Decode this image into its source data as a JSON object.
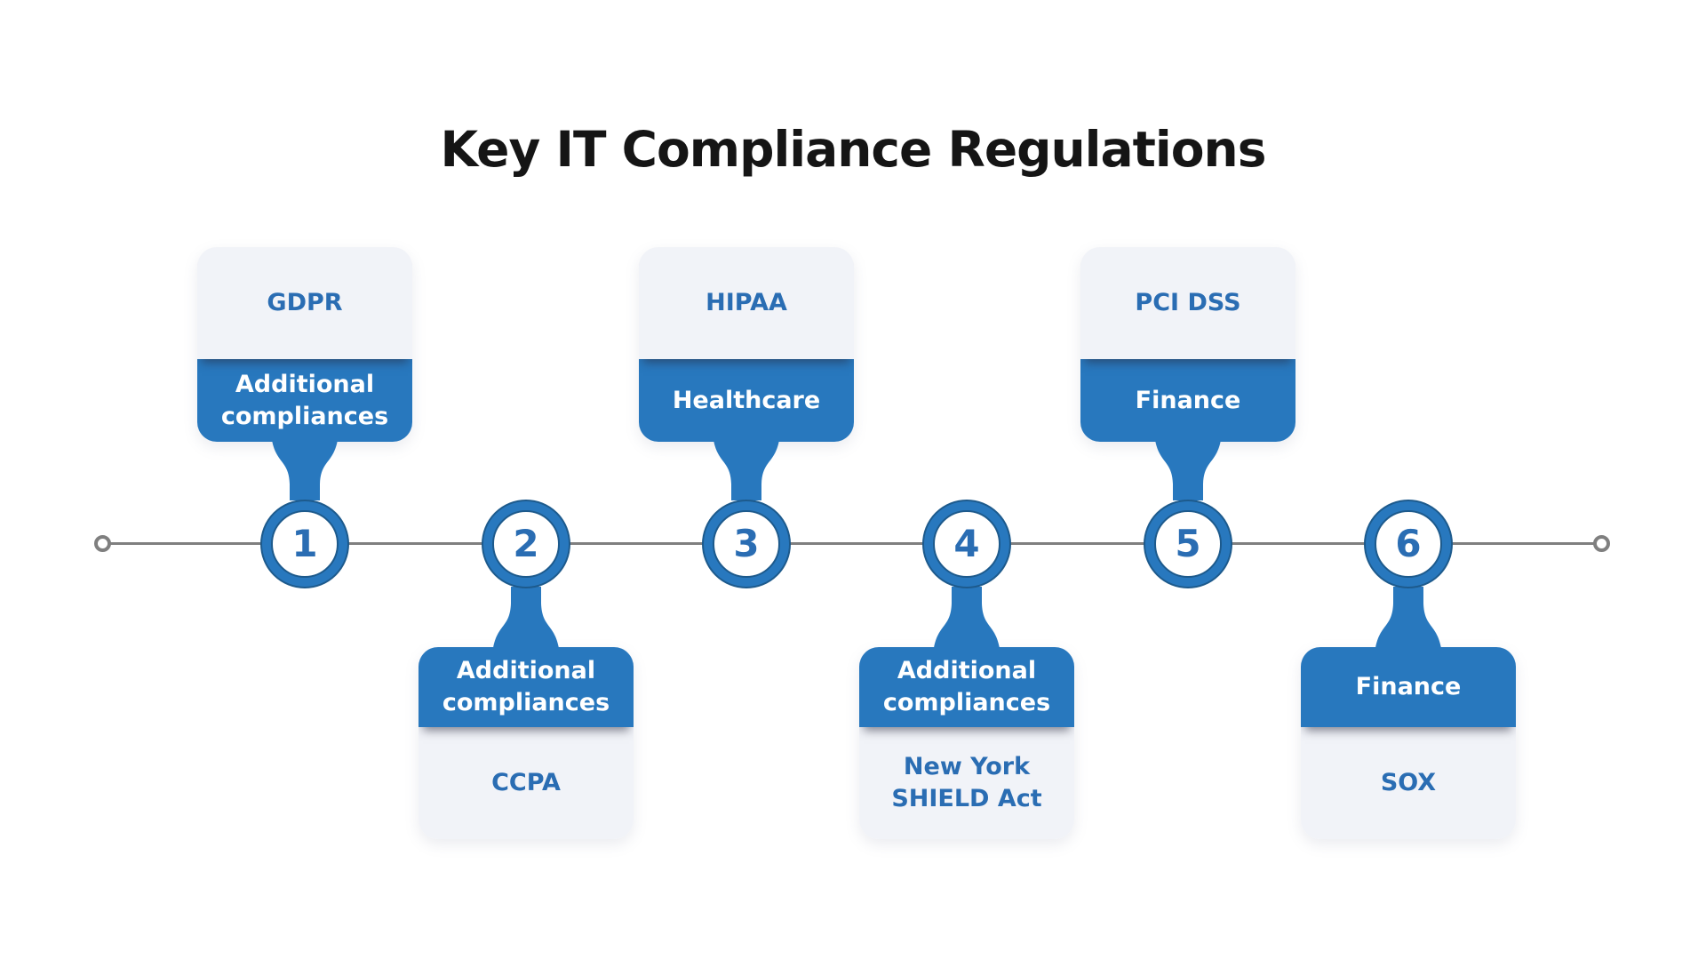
{
  "title": "Key IT Compliance Regulations",
  "colors": {
    "accent_blue": "#2878be",
    "text_blue": "#2a6db3",
    "light_panel": "#f1f3f8",
    "line_gray": "#7f7f7f",
    "title_color": "#151515"
  },
  "timeline": {
    "nodes": [
      {
        "number": "1",
        "card_position": "above",
        "regulation": "GDPR",
        "category": "Additional compliances"
      },
      {
        "number": "2",
        "card_position": "below",
        "regulation": "CCPA",
        "category": "Additional compliances"
      },
      {
        "number": "3",
        "card_position": "above",
        "regulation": "HIPAA",
        "category": "Healthcare"
      },
      {
        "number": "4",
        "card_position": "below",
        "regulation": "New York SHIELD Act",
        "category": "Additional compliances"
      },
      {
        "number": "5",
        "card_position": "above",
        "regulation": "PCI DSS",
        "category": "Finance"
      },
      {
        "number": "6",
        "card_position": "below",
        "regulation": "SOX",
        "category": "Finance"
      }
    ]
  }
}
